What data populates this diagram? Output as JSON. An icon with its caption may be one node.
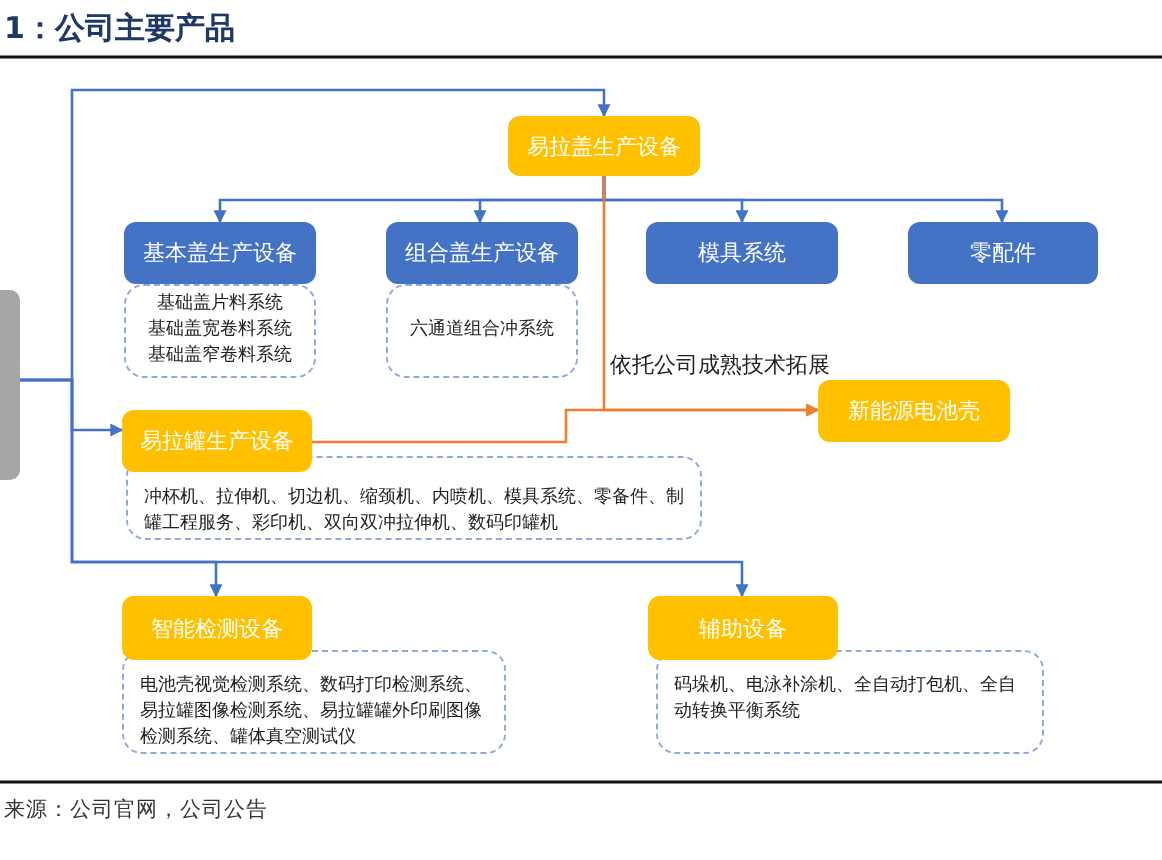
{
  "diagram": {
    "title": "1：公司主要产品",
    "caption": "来源：公司官网，公司公告",
    "nodes": [
      {
        "text": [],
        "shape": "box"
      },
      {
        "text": [
          "易拉盖生产设备"
        ]
      },
      {
        "text": [
          "基本盖生产设备",
          "基础盖片料系统",
          "基础盖宽卷料系统",
          "基础盖窄卷料系统"
        ]
      },
      {
        "text": [
          "组合盖生产设备",
          "六通道组合冲系统"
        ]
      },
      {
        "text": [
          "模具系统"
        ]
      },
      {
        "text": [
          "零配件"
        ]
      },
      {
        "text": [
          "新能源电池壳"
        ]
      },
      {
        "text": [
          "易拉罐生产设备",
          "冲杯机、拉伸机、切边机、缩颈机、内喷机、模具系统、零备件、制罐工程服务、彩印机、双向双冲拉伸机、数码印罐机"
        ]
      },
      {
        "text": [
          "智能检测设备",
          "电池壳视觉检测系统、数码打印检测系统、易拉罐图像检测系统、易拉罐罐外印刷图像检测系统、罐体真空测试仪"
        ]
      },
      {
        "text": [
          "辅助设备",
          "码垛机、电泳补涂机、全自动打包机、全自动转换平衡系统"
        ]
      }
    ],
    "edges": [
      {
        "from": 0,
        "to": 1,
        "arrow": "to"
      },
      {
        "from": 0,
        "to": 7,
        "arrow": "to"
      },
      {
        "from": 0,
        "to": 8,
        "arrow": "to"
      },
      {
        "from": 0,
        "to": 9,
        "arrow": "to"
      },
      {
        "from": 1,
        "to": 2,
        "arrow": "to"
      },
      {
        "from": 1,
        "to": 3,
        "arrow": "to"
      },
      {
        "from": 1,
        "to": 4,
        "arrow": "to"
      },
      {
        "from": 1,
        "to": 5,
        "arrow": "to"
      },
      {
        "from": 1,
        "to": 6,
        "arrow": "to",
        "label": "依托公司成熟技术拓展",
        "color": "#ed7d31"
      },
      {
        "from": 7,
        "to": 6,
        "arrow": "to",
        "color": "#ed7d31"
      }
    ]
  }
}
